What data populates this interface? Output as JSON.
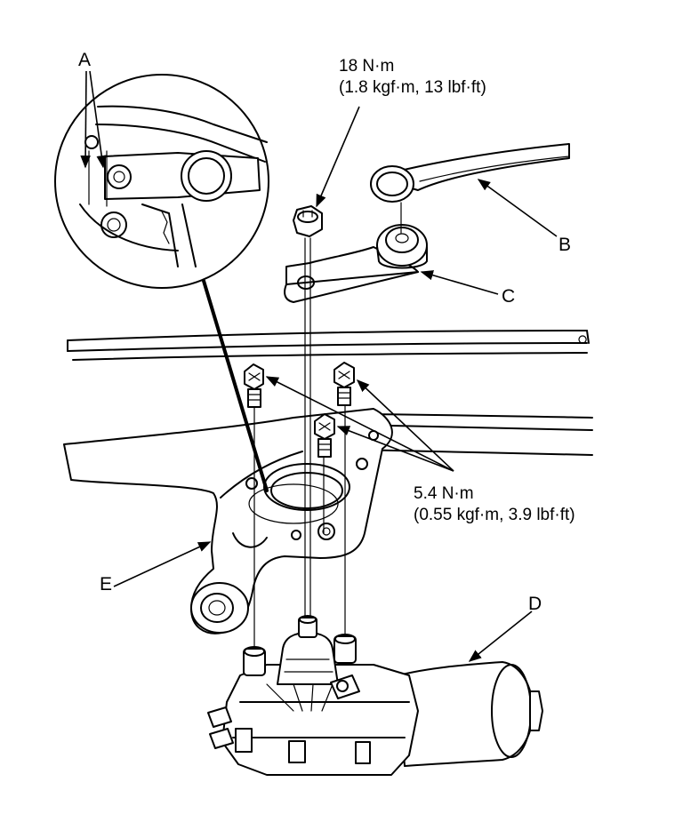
{
  "labels": {
    "a": "A",
    "b": "B",
    "c": "C",
    "d": "D",
    "e": "E"
  },
  "torque_nut": {
    "line1": "18 N·m",
    "line2": "(1.8 kgf·m, 13 lbf·ft)"
  },
  "torque_bolts": {
    "line1": "5.4 N·m",
    "line2": "(0.55 kgf·m, 3.9 lbf·ft)"
  }
}
